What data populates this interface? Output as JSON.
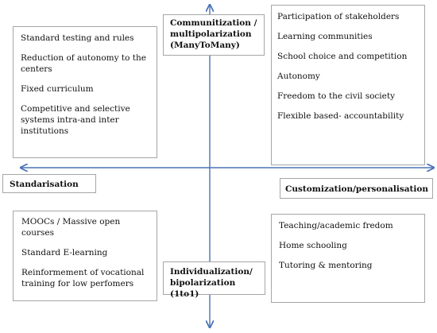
{
  "colors": {
    "axis": "#4a73b8",
    "border": "#a6a6a6"
  },
  "top": {
    "title": "Communitization / multipolarization (ManyToMany)"
  },
  "bottom": {
    "title": "Individualization/ bipolarization (1to1)"
  },
  "left": {
    "title": "Standarisation"
  },
  "right": {
    "title": "Customization/personalisation"
  },
  "quadrants": {
    "top_left": [
      "Standard testing and rules",
      "Reduction of autonomy to the centers",
      "Fixed curriculum",
      "Competitive and selective systems intra-and inter institutions"
    ],
    "top_right": [
      "Participation of stakeholders",
      "Learning communities",
      "School choice and competition",
      "Autonomy",
      "Freedom to the civil society",
      "Flexible based- accountability"
    ],
    "bottom_left": [
      "MOOCs / Massive open courses",
      "Standard E-learning",
      "Reinformement of vocational training for low perfomers"
    ],
    "bottom_right": [
      "Teaching/academic fredom",
      "Home schooling",
      "Tutoring & mentoring"
    ]
  }
}
